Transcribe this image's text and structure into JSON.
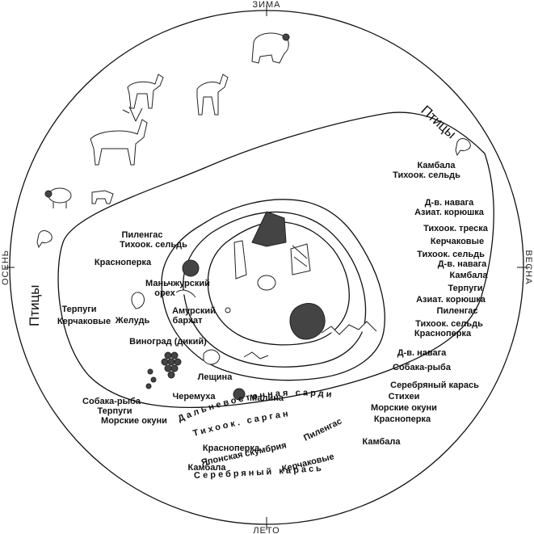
{
  "seasons": {
    "top": "ЗИМА",
    "bottom": "ЛЕТО",
    "left": "ОСЕНЬ",
    "right": "ВЕСНА"
  },
  "birds_label": "Птицы",
  "right_fish": [
    "Камбала",
    "Тихоок. сельдь",
    "Д-в. навага",
    "Азиат. корюшка",
    "Тихоок. треска",
    "Керчаковые",
    "Тихоок. сельдь",
    "Д-в. навага",
    "Камбала",
    "Терпуги",
    "Азиат. корюшка",
    "Пиленгас",
    "Тихоок. сельдь",
    "Красноперка",
    "Д-в. навага",
    "Собака-рыба",
    "Серебряный карась",
    "Стихеи",
    "Морские окуни",
    "Красноперка",
    "Камбала"
  ],
  "left_fish": [
    "Пиленгас",
    "Тихоок. сельдь",
    "Красноперка",
    "Терпуги",
    "Керчаковые",
    "Собака-рыба",
    "Терпуги",
    "Морские окуни"
  ],
  "plants": [
    "Маньчжурский",
    "орех",
    "Желудь",
    "Амурский",
    "бархат",
    "Виноград (дикий)",
    "Лещина",
    "Черемуха",
    "Малина"
  ],
  "bottom_fish": [
    "Дальневосточная сардина",
    "Тихоок. сарган",
    "Пиленгас",
    "Красноперка",
    "Японская скумбрия",
    "Камбала",
    "Керчаковые",
    "Серебряный карась"
  ]
}
